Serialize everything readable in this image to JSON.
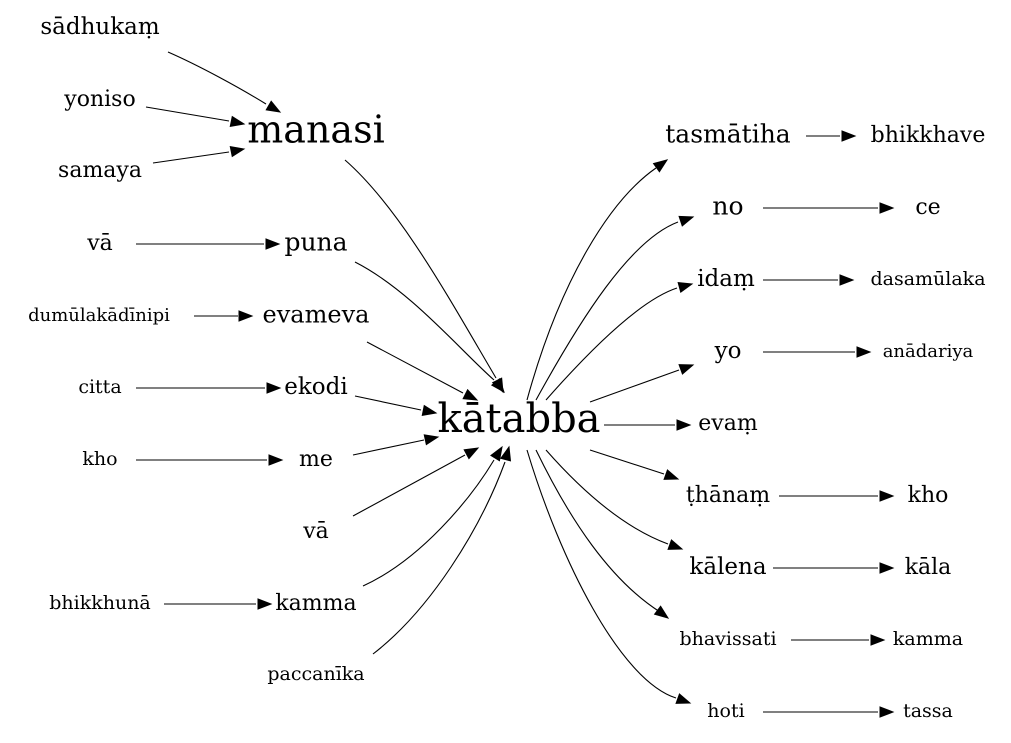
{
  "colors": {
    "ink": "#000000",
    "background": "#ffffff"
  },
  "nodes": {
    "sadhukam": "sādhukaṃ",
    "yoniso": "yoniso",
    "samaya": "samaya",
    "manasi": "manasi",
    "va1": "vā",
    "puna": "puna",
    "dumulaka": "dumūlakādīnipi",
    "evameva": "evameva",
    "citta": "citta",
    "ekodi": "ekodi",
    "kho1": "kho",
    "me": "me",
    "va2": "vā",
    "bhikkhuna": "bhikkhunā",
    "kamma1": "kamma",
    "paccanika": "paccanīka",
    "katabba": "kātabba",
    "tasmatiha": "tasmātiha",
    "bhikkhave": "bhikkhave",
    "no": "no",
    "ce": "ce",
    "idam": "idaṃ",
    "dasamulaka": "dasamūlaka",
    "yo": "yo",
    "anadariya": "anādariya",
    "evam": "evaṃ",
    "thanam": "ṭhānaṃ",
    "kho2": "kho",
    "kalena": "kālena",
    "kala": "kāla",
    "bhavissati": "bhavissati",
    "kamma2": "kamma",
    "hoti": "hoti",
    "tassa": "tassa"
  }
}
